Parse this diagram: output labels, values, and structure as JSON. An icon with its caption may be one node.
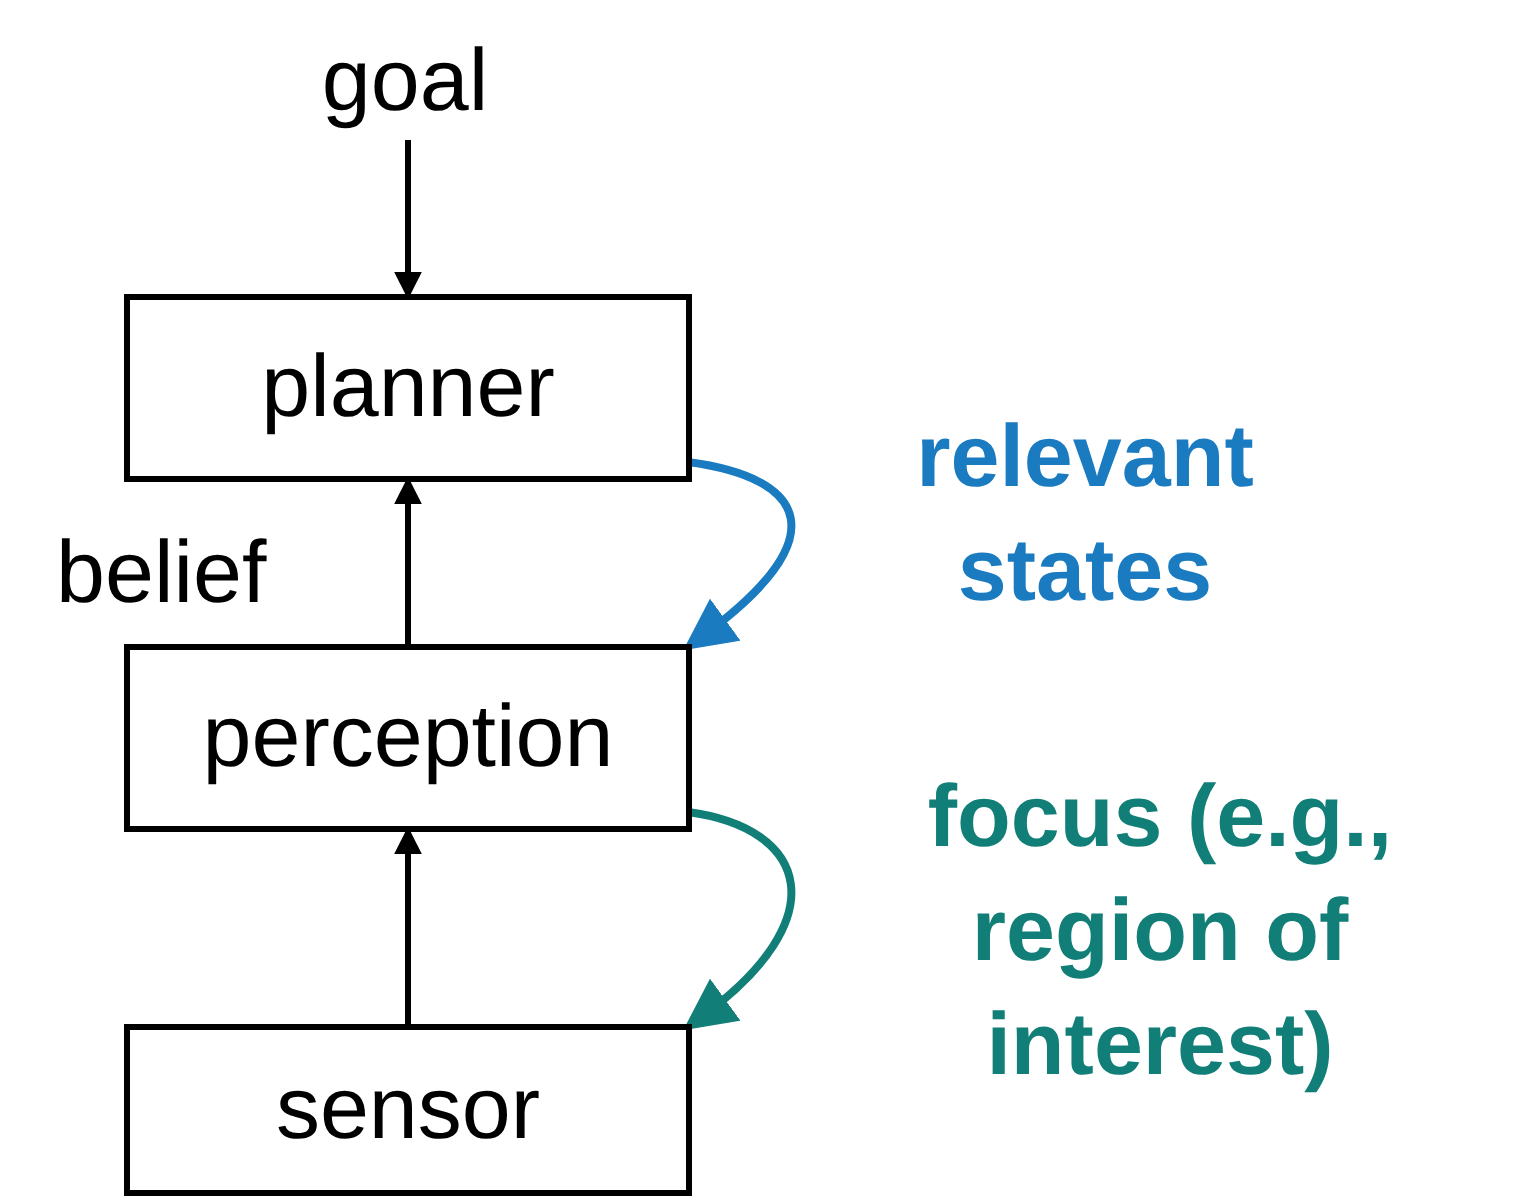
{
  "diagram": {
    "nodes": [
      {
        "text": [
          "goal"
        ]
      },
      {
        "text": [
          "planner"
        ]
      },
      {
        "text": [
          "perception"
        ]
      },
      {
        "text": [
          "sensor"
        ]
      }
    ],
    "edges": [
      {
        "from": 0,
        "to": 1,
        "arrow": "to"
      },
      {
        "from": 2,
        "to": 1,
        "arrow": "to",
        "label": "belief"
      },
      {
        "from": 3,
        "to": 2,
        "arrow": "to"
      },
      {
        "from": 1,
        "to": 2,
        "arrow": "to",
        "label": "relevant states",
        "color": "#1a7bc0"
      },
      {
        "from": 2,
        "to": 3,
        "arrow": "to",
        "label": "focus (e.g., region of interest)",
        "color": "#117f78"
      }
    ]
  }
}
